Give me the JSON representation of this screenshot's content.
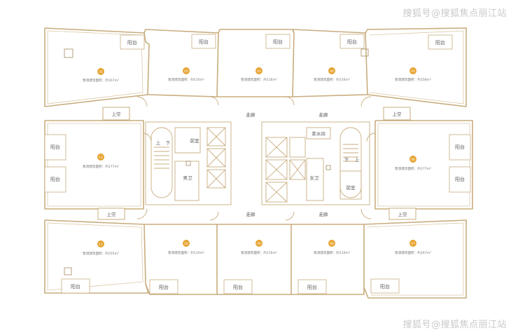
{
  "watermark": "搜狐号@搜狐焦点丽江站",
  "labels": {
    "balcony": "阳台",
    "void": "上空",
    "corridor_left": "走廊",
    "corridor_right": "走廊",
    "front_room": "前室",
    "tea_room": "茶水间",
    "male_wc": "男卫",
    "female_wc": "女卫",
    "up": "上",
    "down": "下"
  },
  "colors": {
    "wall": "#c8ad7f",
    "wall_light": "#dcc9a6",
    "badge": "#e6a431"
  },
  "units": [
    {
      "id": "unit-top-01",
      "num": "01",
      "area": "暂测建筑面积：约167m²"
    },
    {
      "id": "unit-top-02",
      "num": "02",
      "area": "暂测建筑面积：约116m²"
    },
    {
      "id": "unit-top-03",
      "num": "03",
      "area": "暂测建筑面积：约116m²"
    },
    {
      "id": "unit-top-04",
      "num": "04",
      "area": "暂测建筑面积：约116m²"
    },
    {
      "id": "unit-top-05",
      "num": "05",
      "area": "暂测建筑面积：约158m²"
    },
    {
      "id": "unit-mid-left",
      "num": "12",
      "area": "暂测建筑面积：约177m²"
    },
    {
      "id": "unit-mid-right",
      "num": "06",
      "area": "暂测建筑面积：约177m²"
    },
    {
      "id": "unit-bot-01",
      "num": "11",
      "area": "暂测建筑面积：约155m²"
    },
    {
      "id": "unit-bot-02",
      "num": "10",
      "area": "暂测建筑面积：约116m²"
    },
    {
      "id": "unit-bot-03",
      "num": "09",
      "area": "暂测建筑面积：约116m²"
    },
    {
      "id": "unit-bot-04",
      "num": "08",
      "area": "暂测建筑面积：约116m²"
    },
    {
      "id": "unit-bot-05",
      "num": "07",
      "area": "暂测建筑面积：约167m²"
    }
  ]
}
